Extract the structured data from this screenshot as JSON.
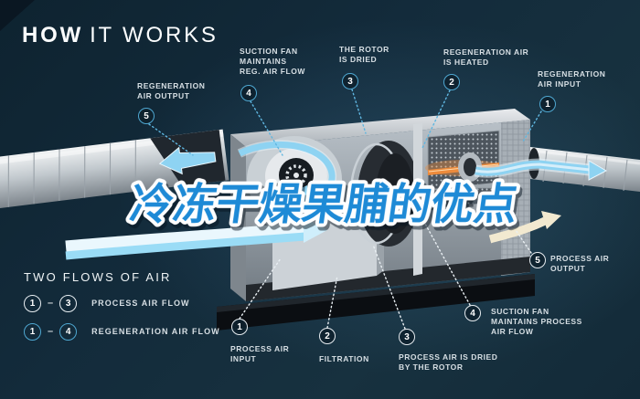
{
  "title": {
    "bold": "HOW",
    "light": "IT WORKS"
  },
  "overlay_text": "冷冻干燥果脯的优点",
  "legend": {
    "title": "TWO FLOWS OF AIR",
    "dash": "–",
    "rows": [
      {
        "from": "1",
        "to": "3",
        "label": "PROCESS AIR FLOW"
      },
      {
        "from": "1",
        "to": "4",
        "label": "REGENERATION AIR FLOW"
      }
    ]
  },
  "callouts": {
    "reg_output": {
      "num": "5",
      "label": "REGENERATION\nAIR OUTPUT"
    },
    "suction_reg": {
      "num": "4",
      "label": "SUCTION FAN\nMAINTAINS\nREG. AIR FLOW"
    },
    "rotor_dried": {
      "num": "3",
      "label": "THE ROTOR\nIS DRIED"
    },
    "reg_heated": {
      "num": "2",
      "label": "REGENERATION AIR\nIS HEATED"
    },
    "reg_input": {
      "num": "1",
      "label": "REGENERATION\nAIR INPUT"
    },
    "process_input": {
      "num": "1",
      "label": "PROCESS AIR\nINPUT"
    },
    "filtration": {
      "num": "2",
      "label": "FILTRATION"
    },
    "process_dried": {
      "num": "3",
      "label": "PROCESS AIR IS DRIED\nBY THE ROTOR"
    },
    "suction_process": {
      "num": "4",
      "label": "SUCTION FAN\nMAINTAINS PROCESS\nAIR FLOW"
    },
    "process_output": {
      "num": "5",
      "label": "PROCESS AIR\nOUTPUT"
    }
  },
  "colors": {
    "background": "#132B3B",
    "accent_blue": "#4FA8D2",
    "label_text": "#D7DFE4",
    "flow_blue": "#8ED3F2",
    "flow_cream": "#F2E9D0",
    "heater_orange": "#ED8B3C",
    "overlay_blue": "#1E8AD6"
  }
}
